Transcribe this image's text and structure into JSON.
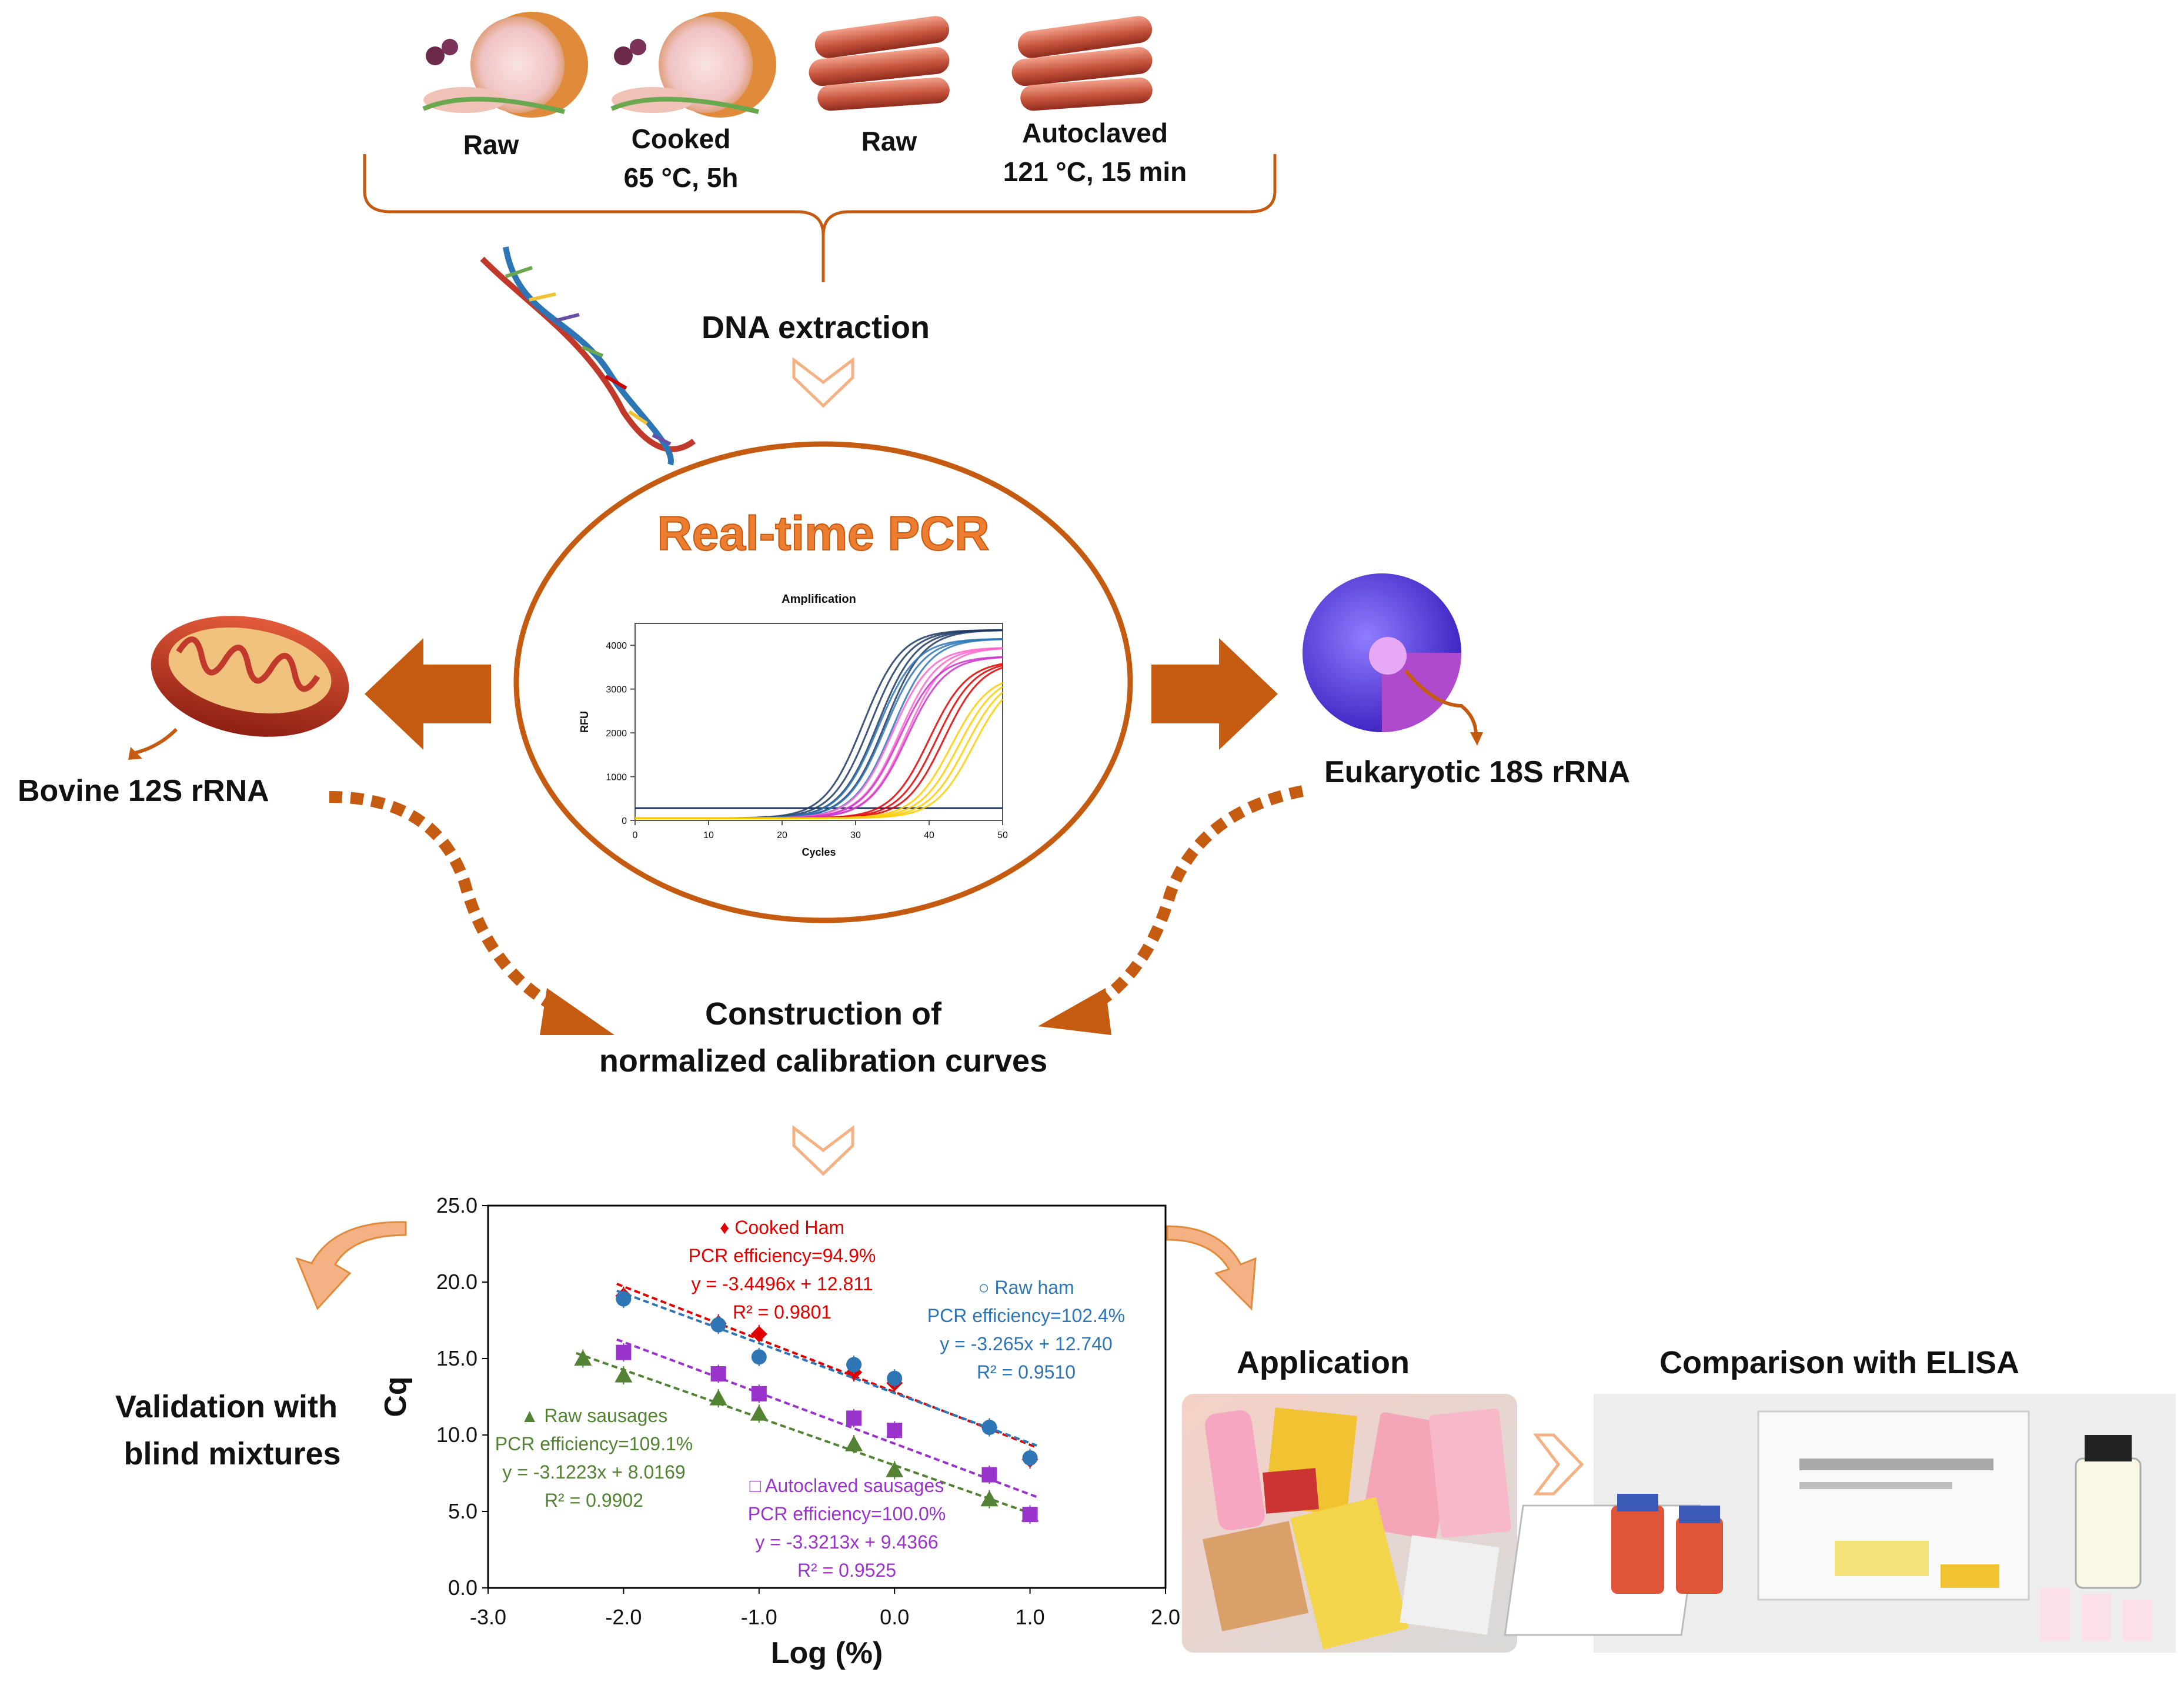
{
  "samples": [
    {
      "label": "Raw",
      "sub": ""
    },
    {
      "label": "Cooked",
      "sub": "65 °C, 5h"
    },
    {
      "label": "Raw",
      "sub": ""
    },
    {
      "label": "Autoclaved",
      "sub": "121 °C, 15 min"
    }
  ],
  "steps": {
    "dna_extraction": "DNA extraction",
    "realtime_pcr": "Real-time PCR",
    "bovine_target": "Bovine 12S rRNA",
    "eukaryotic_target": "Eukaryotic 18S rRNA",
    "construction_line1": "Construction of",
    "construction_line2": "normalized calibration curves",
    "validation_line1": "Validation with",
    "validation_line2": "blind mixtures",
    "application": "Application",
    "comparison": "Comparison with ELISA"
  },
  "colors": {
    "accent": "#c55a11",
    "accent_light": "#f4b183",
    "cooked_ham": "#e00000",
    "raw_ham": "#2e75b6",
    "raw_sausages": "#548235",
    "autoclaved_sausages": "#9933cc"
  },
  "chart_data": [
    {
      "type": "line",
      "title": "Amplification",
      "xlabel": "Cycles",
      "ylabel": "RFU",
      "xlim": [
        0,
        50
      ],
      "ylim": [
        0,
        4500
      ],
      "xticks": [
        "0",
        "10",
        "20",
        "30",
        "40",
        "50"
      ],
      "yticks": [
        "0",
        "1000",
        "2000",
        "3000",
        "4000"
      ],
      "curve_groups": [
        {
          "color": "#1f3864",
          "midpoints": [
            31,
            32,
            33,
            34
          ],
          "plateau": 4300
        },
        {
          "color": "#2e75b6",
          "midpoints": [
            33,
            34,
            35
          ],
          "plateau": 4100
        },
        {
          "color": "#ff66cc",
          "midpoints": [
            35,
            36,
            37
          ],
          "plateau": 3900
        },
        {
          "color": "#cc33cc",
          "midpoints": [
            36,
            37
          ],
          "plateau": 3700
        },
        {
          "color": "#e00000",
          "midpoints": [
            40,
            41,
            42
          ],
          "plateau": 3600
        },
        {
          "color": "#ffcc00",
          "midpoints": [
            43,
            44,
            45,
            46
          ],
          "plateau": 3300
        }
      ],
      "threshold": 280,
      "grid": false
    },
    {
      "type": "scatter",
      "xlabel": "Log (%)",
      "ylabel": "Cq",
      "xlim": [
        -3.0,
        2.0
      ],
      "ylim": [
        0.0,
        25.0
      ],
      "xticks": [
        "-3.0",
        "-2.0",
        "-1.0",
        "0.0",
        "1.0",
        "2.0"
      ],
      "yticks": [
        "0.0",
        "5.0",
        "10.0",
        "15.0",
        "20.0",
        "25.0"
      ],
      "grid": false,
      "series": [
        {
          "name": "Cooked Ham",
          "marker": "diamond",
          "color": "#e00000",
          "x": [
            -2.0,
            -1.3,
            -1.0,
            -0.3,
            0.0,
            0.7,
            1.0
          ],
          "y": [
            19.1,
            17.3,
            16.6,
            14.1,
            13.4,
            10.5,
            8.4
          ],
          "fit": {
            "slope": -3.4496,
            "intercept": 12.811
          },
          "notes": [
            "PCR efficiency=94.9%",
            "y = -3.4496x + 12.811",
            "R² = 0.9801"
          ]
        },
        {
          "name": "Raw ham",
          "marker": "circle",
          "color": "#2e75b6",
          "x": [
            -2.0,
            -1.3,
            -1.0,
            -0.3,
            0.0,
            0.7,
            1.0
          ],
          "y": [
            18.9,
            17.2,
            15.1,
            14.6,
            13.7,
            10.5,
            8.5
          ],
          "fit": {
            "slope": -3.265,
            "intercept": 12.74
          },
          "notes": [
            "PCR efficiency=102.4%",
            "y = -3.265x + 12.740",
            "R² = 0.9510"
          ]
        },
        {
          "name": "Raw sausages",
          "marker": "triangle",
          "color": "#548235",
          "x": [
            -2.3,
            -2.0,
            -1.3,
            -1.0,
            -0.3,
            0.0,
            0.7,
            1.0
          ],
          "y": [
            15.0,
            13.9,
            12.4,
            11.4,
            9.4,
            7.7,
            5.8,
            4.8
          ],
          "fit": {
            "slope": -3.1223,
            "intercept": 8.0169
          },
          "notes": [
            "PCR efficiency=109.1%",
            "y = -3.1223x + 8.0169",
            "R² = 0.9902"
          ]
        },
        {
          "name": "Autoclaved sausages",
          "marker": "square",
          "color": "#9933cc",
          "x": [
            -2.0,
            -1.3,
            -1.0,
            -0.3,
            0.0,
            0.7,
            1.0
          ],
          "y": [
            15.4,
            14.0,
            12.7,
            11.1,
            10.3,
            7.4,
            4.8
          ],
          "fit": {
            "slope": -3.3213,
            "intercept": 9.4366
          },
          "notes": [
            "PCR efficiency=100.0%",
            "y = -3.3213x + 9.4366",
            "R² = 0.9525"
          ]
        }
      ]
    }
  ]
}
